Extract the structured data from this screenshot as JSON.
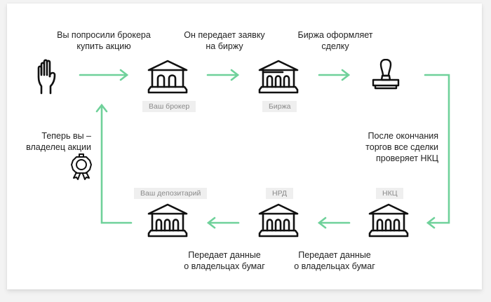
{
  "colors": {
    "accent": "#6fd19a",
    "icon": "#111111",
    "text": "#222222",
    "tag_bg": "#efefef",
    "tag_text": "#8a8a8a",
    "background": "#f3f3f3",
    "card": "#ffffff"
  },
  "steps": [
    {
      "id": "request",
      "icon": "raised-hand-icon",
      "caption": [
        "Вы попросили брокера",
        "купить акцию"
      ]
    },
    {
      "id": "broker",
      "icon": "bank-building-icon",
      "tag": "Ваш брокер",
      "caption": [
        "Он передает заявку",
        "на биржу"
      ]
    },
    {
      "id": "exchange",
      "icon": "bank-building-icon",
      "tag": "Биржа",
      "caption": [
        "Биржа оформляет",
        "сделку"
      ]
    },
    {
      "id": "deal",
      "icon": "stamp-icon"
    },
    {
      "id": "clearing",
      "icon": "bank-building-icon",
      "tag": "НКЦ",
      "caption": [
        "После окончания",
        "торгов все сделки",
        "проверяет НКЦ"
      ]
    },
    {
      "id": "nsd",
      "icon": "bank-building-icon",
      "tag": "НРД",
      "caption": [
        "Передает данные",
        "о владельцах бумаг"
      ]
    },
    {
      "id": "depository",
      "icon": "bank-building-icon",
      "tag": "Ваш депозитарий",
      "caption": [
        "Передает данные",
        "о владельцах бумаг"
      ]
    },
    {
      "id": "owner",
      "icon": "award-badge-icon",
      "caption": [
        "Теперь вы –",
        "владелец акции"
      ]
    }
  ]
}
